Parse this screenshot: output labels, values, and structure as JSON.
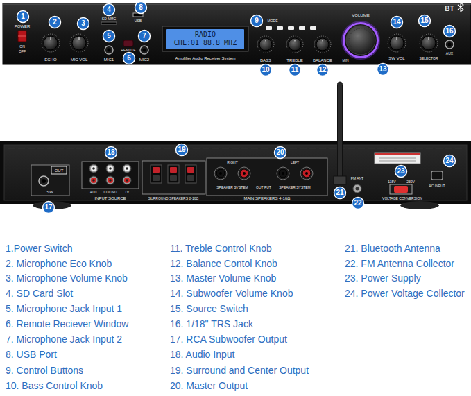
{
  "diagram": {
    "nodes": [
      {
        "text": [
          "RADIO",
          "CHL:01 88.8 MHZ"
        ]
      }
    ],
    "labels": [
      "1",
      "2",
      "3",
      "4",
      "5",
      "6",
      "7",
      "8",
      "9",
      "10",
      "11",
      "12",
      "13",
      "14",
      "15",
      "16",
      "17",
      "18",
      "19",
      "20",
      "21",
      "22",
      "23",
      "24",
      "POWER",
      "ON",
      "OFF",
      "ECHO",
      "MIC VOL",
      "SD MMC",
      "USB",
      "MIC1",
      "REMOTE",
      "MIC2",
      "Amplifier Audio Receiver System",
      "MODE",
      "BASS",
      "TREBLE",
      "BALANCE",
      "VOLUME",
      "MIN",
      "SW VOL",
      "SELECTOR",
      "BT",
      "AUX",
      "OUT",
      "SW",
      "AUX",
      "CD/DVD",
      "TV",
      "INPUT SOURCE",
      "SURROUND SPEAKERS 8-16Ω",
      "RIGHT",
      "LEFT",
      "SPEAKER SYSTEM",
      "OUT PUT",
      "SPEAKER SYSTEM",
      "MAIN SPEAKERS 4-16Ω",
      "FM ANT",
      "115V",
      "230V",
      "AC INPUT",
      "VOLTAGE CONVERSION",
      "1.Power Switch",
      "2. Microphone Eco Knob",
      "3. Microphone Volume Knob",
      "4. SD Card Slot",
      "5. Microphone Jack Input 1",
      "6. Remote Reciever Window",
      "7. Microphone Jack Input 2",
      "8. USB Port",
      "9. Control Buttons",
      "10. Bass Control Knob",
      "11. Treble Control Knob",
      "12. Balance Contol Knob",
      "13. Master Volume Knob",
      "14. Subwoofer Volume Knob",
      "15. Source Switch",
      "16. 1/18\" TRS Jack",
      "17. RCA Subwoofer Output",
      "18. Audio Input",
      "19. Surround and Center Output",
      "20. Master Output",
      "21. Bluetooth Antenna",
      "22. FM Antenna Collector",
      "23. Power Supply",
      "24. Power Voltage Collector"
    ]
  }
}
